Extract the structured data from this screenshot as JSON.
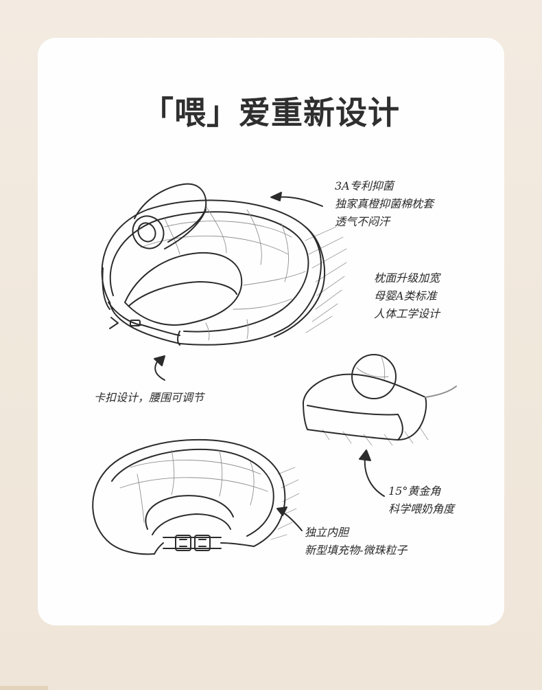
{
  "title": "「喂」爱重新设计",
  "notes": {
    "cover": [
      "3A专利抑菌",
      "独家真橙抑菌棉枕套",
      "透气不闷汗"
    ],
    "surface": [
      "枕面升级加宽",
      "母婴A类标准",
      "人体工学设计"
    ],
    "buckle": [
      "卡扣设计，腰围可调节"
    ],
    "angle": [
      "15°黄金角",
      "科学喂奶角度"
    ],
    "filling": [
      "独立内胆",
      "新型填充物-微珠粒子"
    ]
  },
  "colors": {
    "page_background": "#f1e8dc",
    "card_background": "#fefefe",
    "ink": "#2a2a2a"
  }
}
